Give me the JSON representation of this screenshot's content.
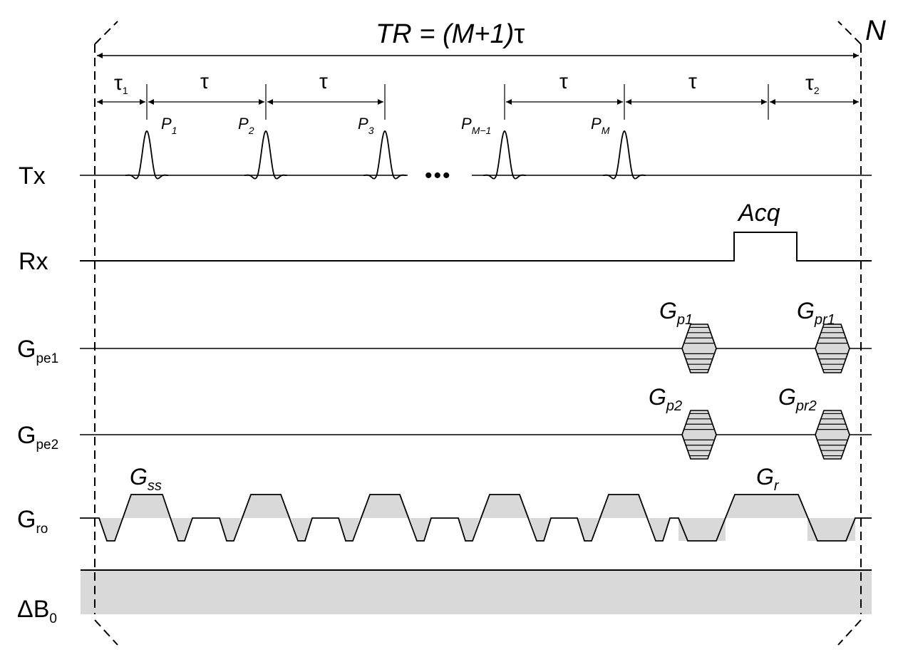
{
  "colors": {
    "line": "#000000",
    "shade": "#d9d9d9"
  },
  "title": {
    "tr_left": "TR = (",
    "tr_m": "M",
    "tr_right": "+1)",
    "tau": "τ",
    "repeat": "N"
  },
  "intervals": {
    "tau": "τ",
    "tau1_sub": "1",
    "tau2_sub": "2"
  },
  "pulses": [
    {
      "main": "P",
      "sub": "1"
    },
    {
      "main": "P",
      "sub": "2"
    },
    {
      "main": "P",
      "sub": "3"
    },
    {
      "main": "P",
      "sub": "M−1"
    },
    {
      "main": "P",
      "sub": "M"
    }
  ],
  "ellipsis": "•••",
  "acq": "Acq",
  "rows": {
    "tx": "Tx",
    "rx": "Rx",
    "gpe1": {
      "main": "G",
      "sub": "pe1"
    },
    "gpe2": {
      "main": "G",
      "sub": "pe2"
    },
    "gro": {
      "main": "G",
      "sub": "ro"
    },
    "db0": {
      "main": "ΔB",
      "sub": "0"
    }
  },
  "gradients": {
    "gp1": {
      "main": "G",
      "sub": "p1"
    },
    "gpr1": {
      "main": "G",
      "sub": "pr1"
    },
    "gp2": {
      "main": "G",
      "sub": "p2"
    },
    "gpr2": {
      "main": "G",
      "sub": "pr2"
    },
    "gss": {
      "main": "G",
      "sub": "ss"
    },
    "gr": {
      "main": "G",
      "sub": "r"
    }
  }
}
